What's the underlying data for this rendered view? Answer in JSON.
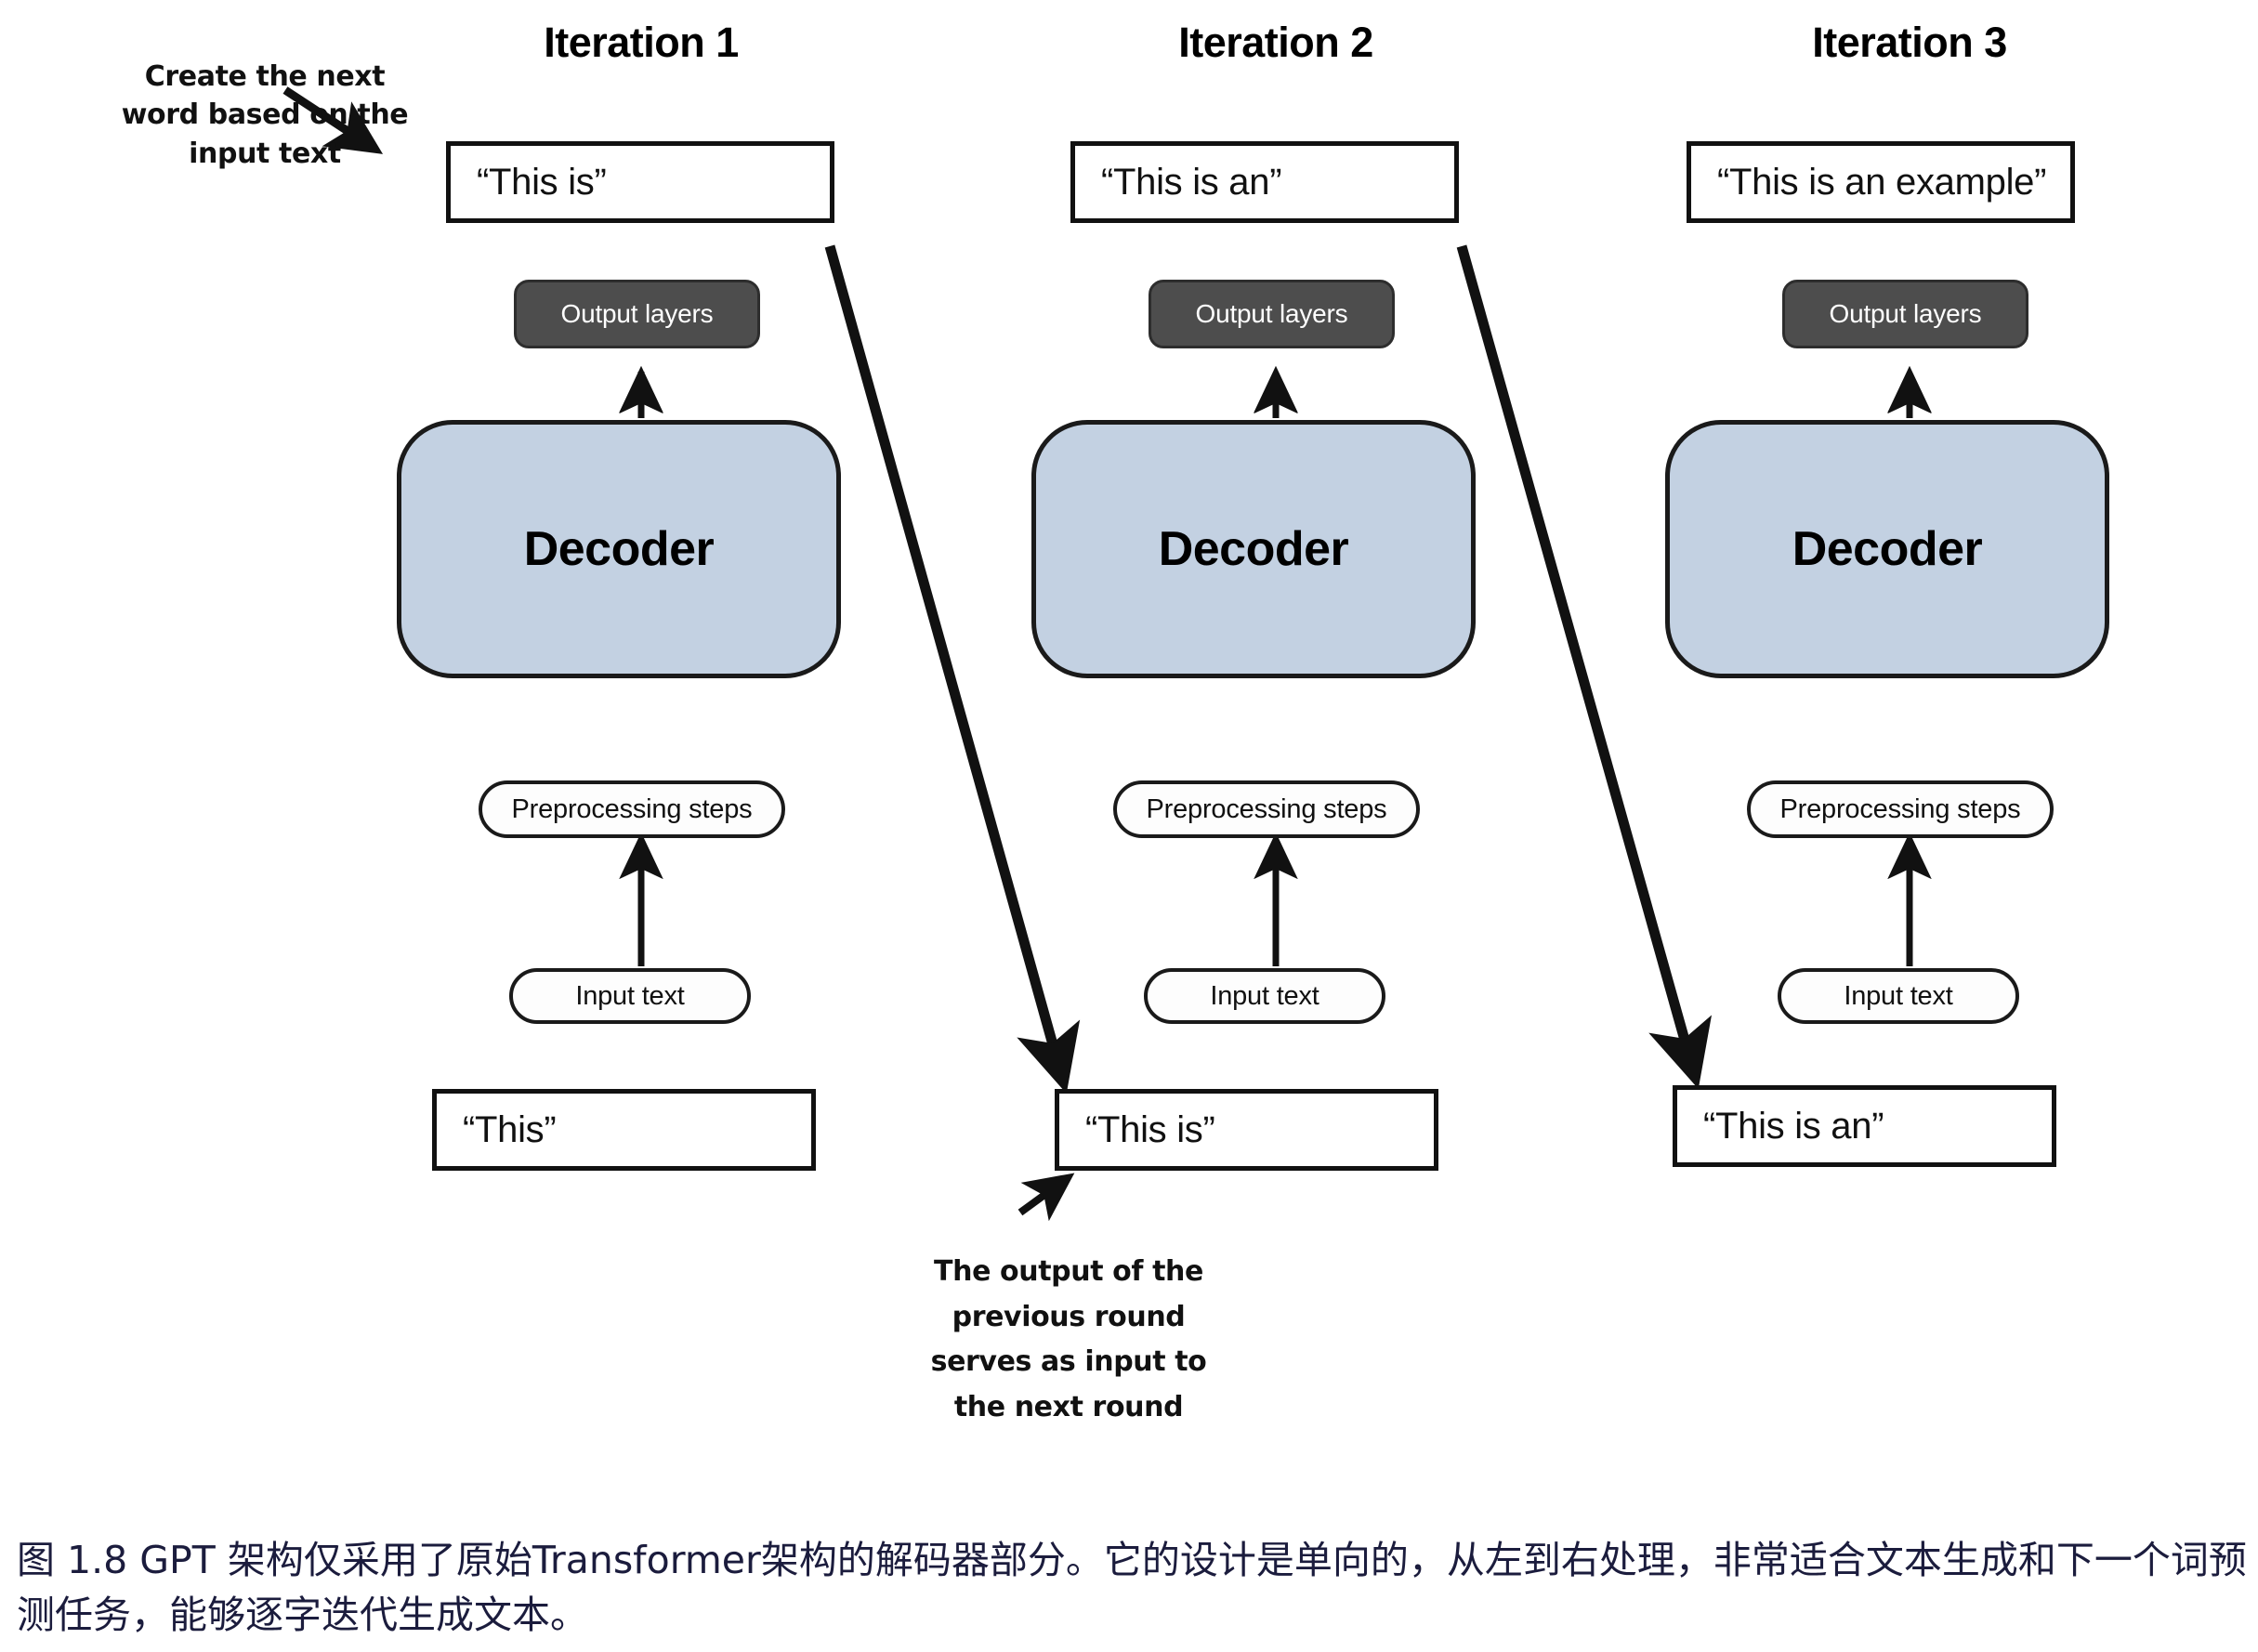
{
  "figure": {
    "columns": [
      {
        "title": "Iteration 1",
        "output_text": "“This is”",
        "output_layers_label": "Output layers",
        "decoder_label": "Decoder",
        "preprocessing_label": "Preprocessing steps",
        "input_label": "Input text",
        "input_text": "“This”"
      },
      {
        "title": "Iteration 2",
        "output_text": "“This is an”",
        "output_layers_label": "Output layers",
        "decoder_label": "Decoder",
        "preprocessing_label": "Preprocessing steps",
        "input_label": "Input text",
        "input_text": "“This is”"
      },
      {
        "title": "Iteration 3",
        "output_text": "“This is an example”",
        "output_layers_label": "Output layers",
        "decoder_label": "Decoder",
        "preprocessing_label": "Preprocessing steps",
        "input_label": "Input text",
        "input_text": "“This is an”"
      }
    ],
    "annotations": {
      "top_left": "Create the next\nword based on the\ninput text",
      "bottom_center": "The output of the\nprevious round\nserves as input to\nthe next round"
    },
    "caption": "图 1.8  GPT 架构仅采用了原始Transformer架构的解码器部分。它的设计是单向的，从左到右处理，非常适合文本生成和下一个词预测任务，能够逐字迭代生成文本。",
    "colors": {
      "decoder_fill": "#c3d1e2",
      "output_layers_fill": "#4d4d4d",
      "stroke": "#111111",
      "caption_color": "#1b1c3d"
    }
  }
}
